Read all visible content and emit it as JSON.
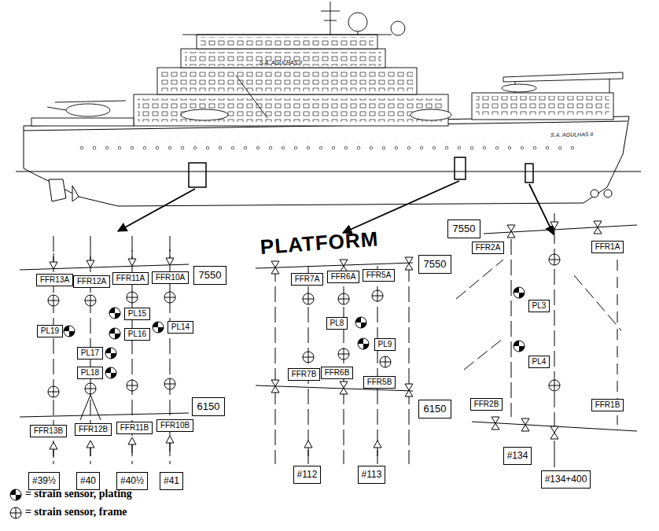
{
  "diagram": {
    "nodes": [
      {
        "text": [
          "FFR13A"
        ]
      },
      {
        "text": [
          "FFR12A"
        ]
      },
      {
        "text": [
          "FFR11A"
        ]
      },
      {
        "text": [
          "FFR10A"
        ]
      },
      {
        "text": [
          "7550"
        ]
      },
      {
        "text": [
          "PL15"
        ]
      },
      {
        "text": [
          "PL19"
        ]
      },
      {
        "text": [
          "PL16"
        ]
      },
      {
        "text": [
          "PL14"
        ]
      },
      {
        "text": [
          "PL17"
        ]
      },
      {
        "text": [
          "PL18"
        ]
      },
      {
        "text": [
          "6150"
        ]
      },
      {
        "text": [
          "FFR13B"
        ]
      },
      {
        "text": [
          "FFR12B"
        ]
      },
      {
        "text": [
          "FFR11B"
        ]
      },
      {
        "text": [
          "FFR10B"
        ]
      },
      {
        "text": [
          "#39½"
        ]
      },
      {
        "text": [
          "#40"
        ]
      },
      {
        "text": [
          "#40½"
        ]
      },
      {
        "text": [
          "#41"
        ]
      },
      {
        "text": [
          "FFR7A"
        ]
      },
      {
        "text": [
          "FFR6A"
        ]
      },
      {
        "text": [
          "FFR5A"
        ]
      },
      {
        "text": [
          "7550"
        ]
      },
      {
        "text": [
          "PL8"
        ]
      },
      {
        "text": [
          "PL9"
        ]
      },
      {
        "text": [
          "FFR7B"
        ]
      },
      {
        "text": [
          "FFR6B"
        ]
      },
      {
        "text": [
          "FFR5B"
        ]
      },
      {
        "text": [
          "6150"
        ]
      },
      {
        "text": [
          "#112"
        ]
      },
      {
        "text": [
          "#113"
        ]
      },
      {
        "text": [
          "7550"
        ]
      },
      {
        "text": [
          "FFR2A"
        ]
      },
      {
        "text": [
          "FFR1A"
        ]
      },
      {
        "text": [
          "PL3"
        ]
      },
      {
        "text": [
          "PL4"
        ]
      },
      {
        "text": [
          "FFR2B"
        ]
      },
      {
        "text": [
          "FFR1B"
        ]
      },
      {
        "text": [
          "#134"
        ]
      },
      {
        "text": [
          "#134+400"
        ]
      }
    ],
    "labels": [
      "S.A. AGULHAS II",
      "S.A. AGULHAS II",
      "PLATFORM"
    ],
    "legend": [
      {
        "text": "= strain sensor, plating"
      },
      {
        "text": "= strain sensor, frame"
      }
    ]
  }
}
